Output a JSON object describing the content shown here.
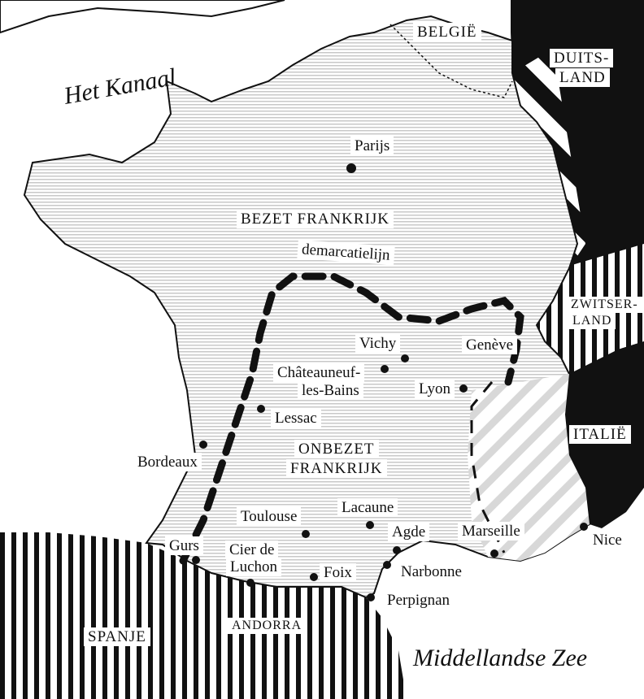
{
  "water": {
    "kanaal": "Het Kanaal",
    "middellandse_zee": "Middellandse Zee"
  },
  "countries": {
    "belgie": "BELGIË",
    "duitsland_line1": "DUITS-",
    "duitsland_line2": "LAND",
    "zwitserland_line1": "ZWITSER-",
    "zwitserland_line2": "LAND",
    "italie": "ITALIË",
    "spanje": "SPANJE",
    "andorra": "ANDORRA"
  },
  "zones": {
    "bezet": "BEZET FRANKRIJK",
    "onbezet_line1": "ONBEZET",
    "onbezet_line2": "FRANKRIJK",
    "demarcation": "demarcatielijn"
  },
  "cities": {
    "parijs": "Parijs",
    "vichy": "Vichy",
    "geneve": "Genève",
    "chateauneuf_line1": "Châteauneuf-",
    "chateauneuf_line2": "les-Bains",
    "lyon": "Lyon",
    "lessac": "Lessac",
    "bordeaux": "Bordeaux",
    "toulouse": "Toulouse",
    "lacaune": "Lacaune",
    "agde": "Agde",
    "marseille": "Marseille",
    "nice": "Nice",
    "gurs": "Gurs",
    "cier_line1": "Cier de",
    "cier_line2": "Luchon",
    "foix": "Foix",
    "narbonne": "Narbonne",
    "perpignan": "Perpignan"
  }
}
